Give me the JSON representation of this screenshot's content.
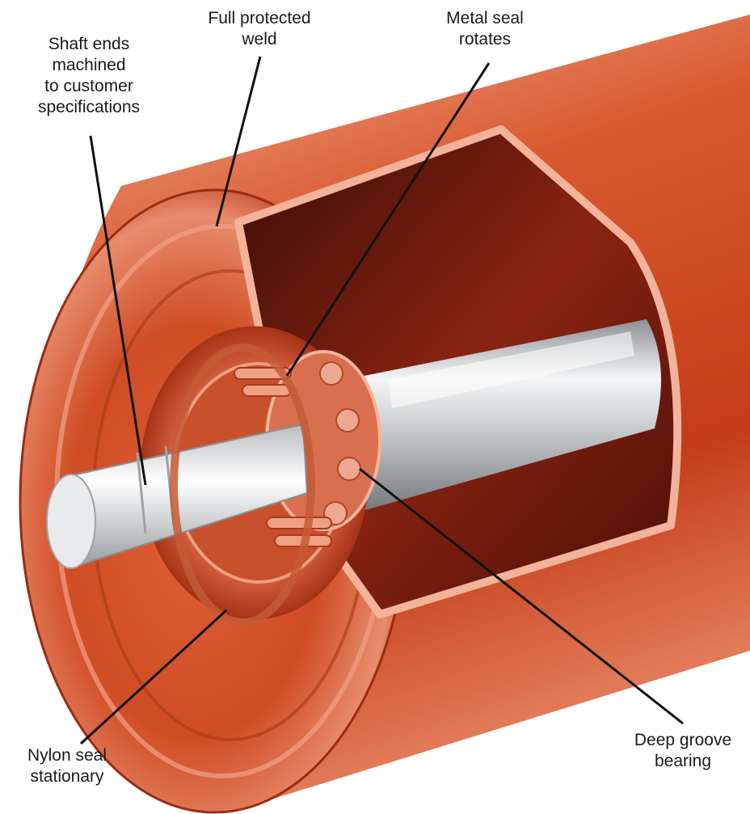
{
  "labels": {
    "shaft": "Shaft ends\nmachined\nto customer\nspecifications",
    "weld": "Full protected\nweld",
    "metal_seal": "Metal seal\nrotates",
    "nylon_seal": "Nylon seal\nstationary",
    "bearing": "Deep groove\nbearing"
  },
  "colors": {
    "tube": "#c8401c",
    "tube_light": "#f0a080",
    "tube_dark": "#7a1e0a",
    "interior": "#6a1408",
    "shaft_steel": "#d6d8da",
    "leader": "#111111"
  }
}
